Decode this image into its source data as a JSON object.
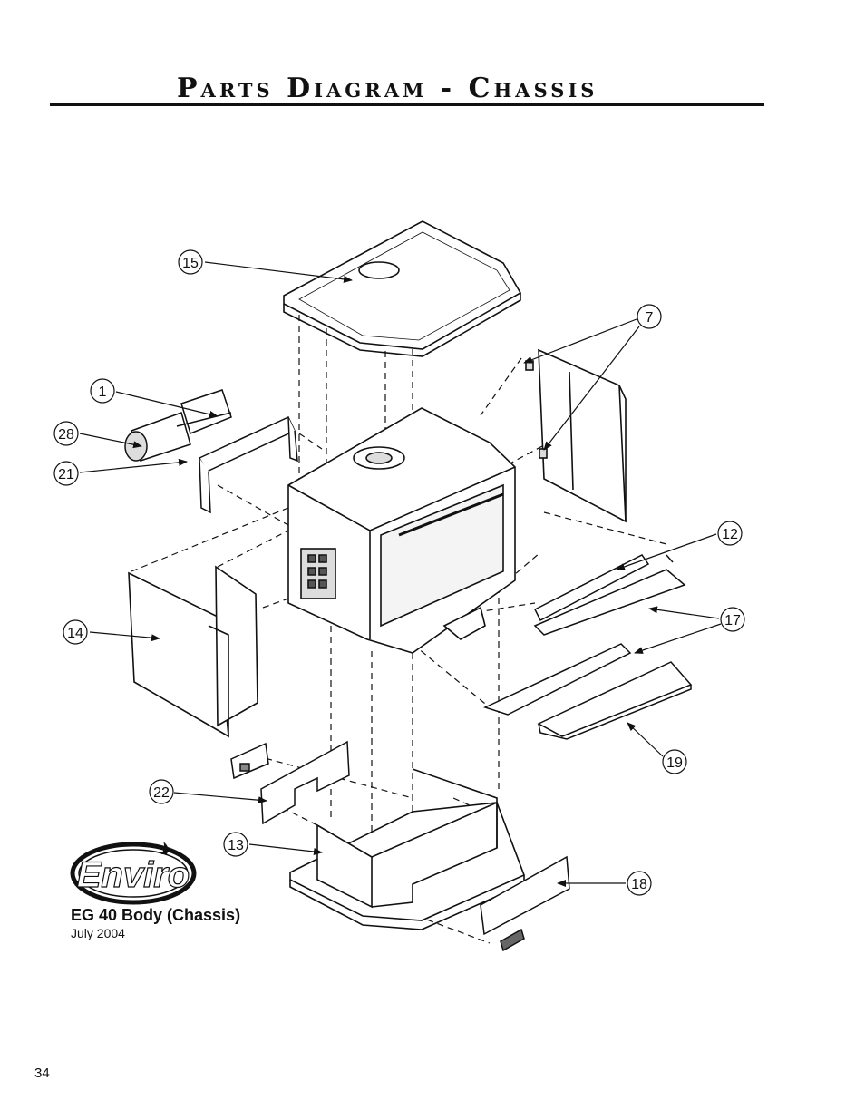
{
  "title": "Parts Diagram - Chassis",
  "callouts": [
    "15",
    "7",
    "1",
    "28",
    "21",
    "12",
    "17",
    "14",
    "19",
    "22",
    "13",
    "18"
  ],
  "logo": {
    "text": "Enviro",
    "icon": "flame-icon"
  },
  "caption": {
    "title": "EG 40 Body (Chassis)",
    "date": "July 2004"
  },
  "page_number": "34",
  "colors": {
    "line": "#111111",
    "fill": "#ffffff",
    "shade": "#d8d8d8"
  }
}
